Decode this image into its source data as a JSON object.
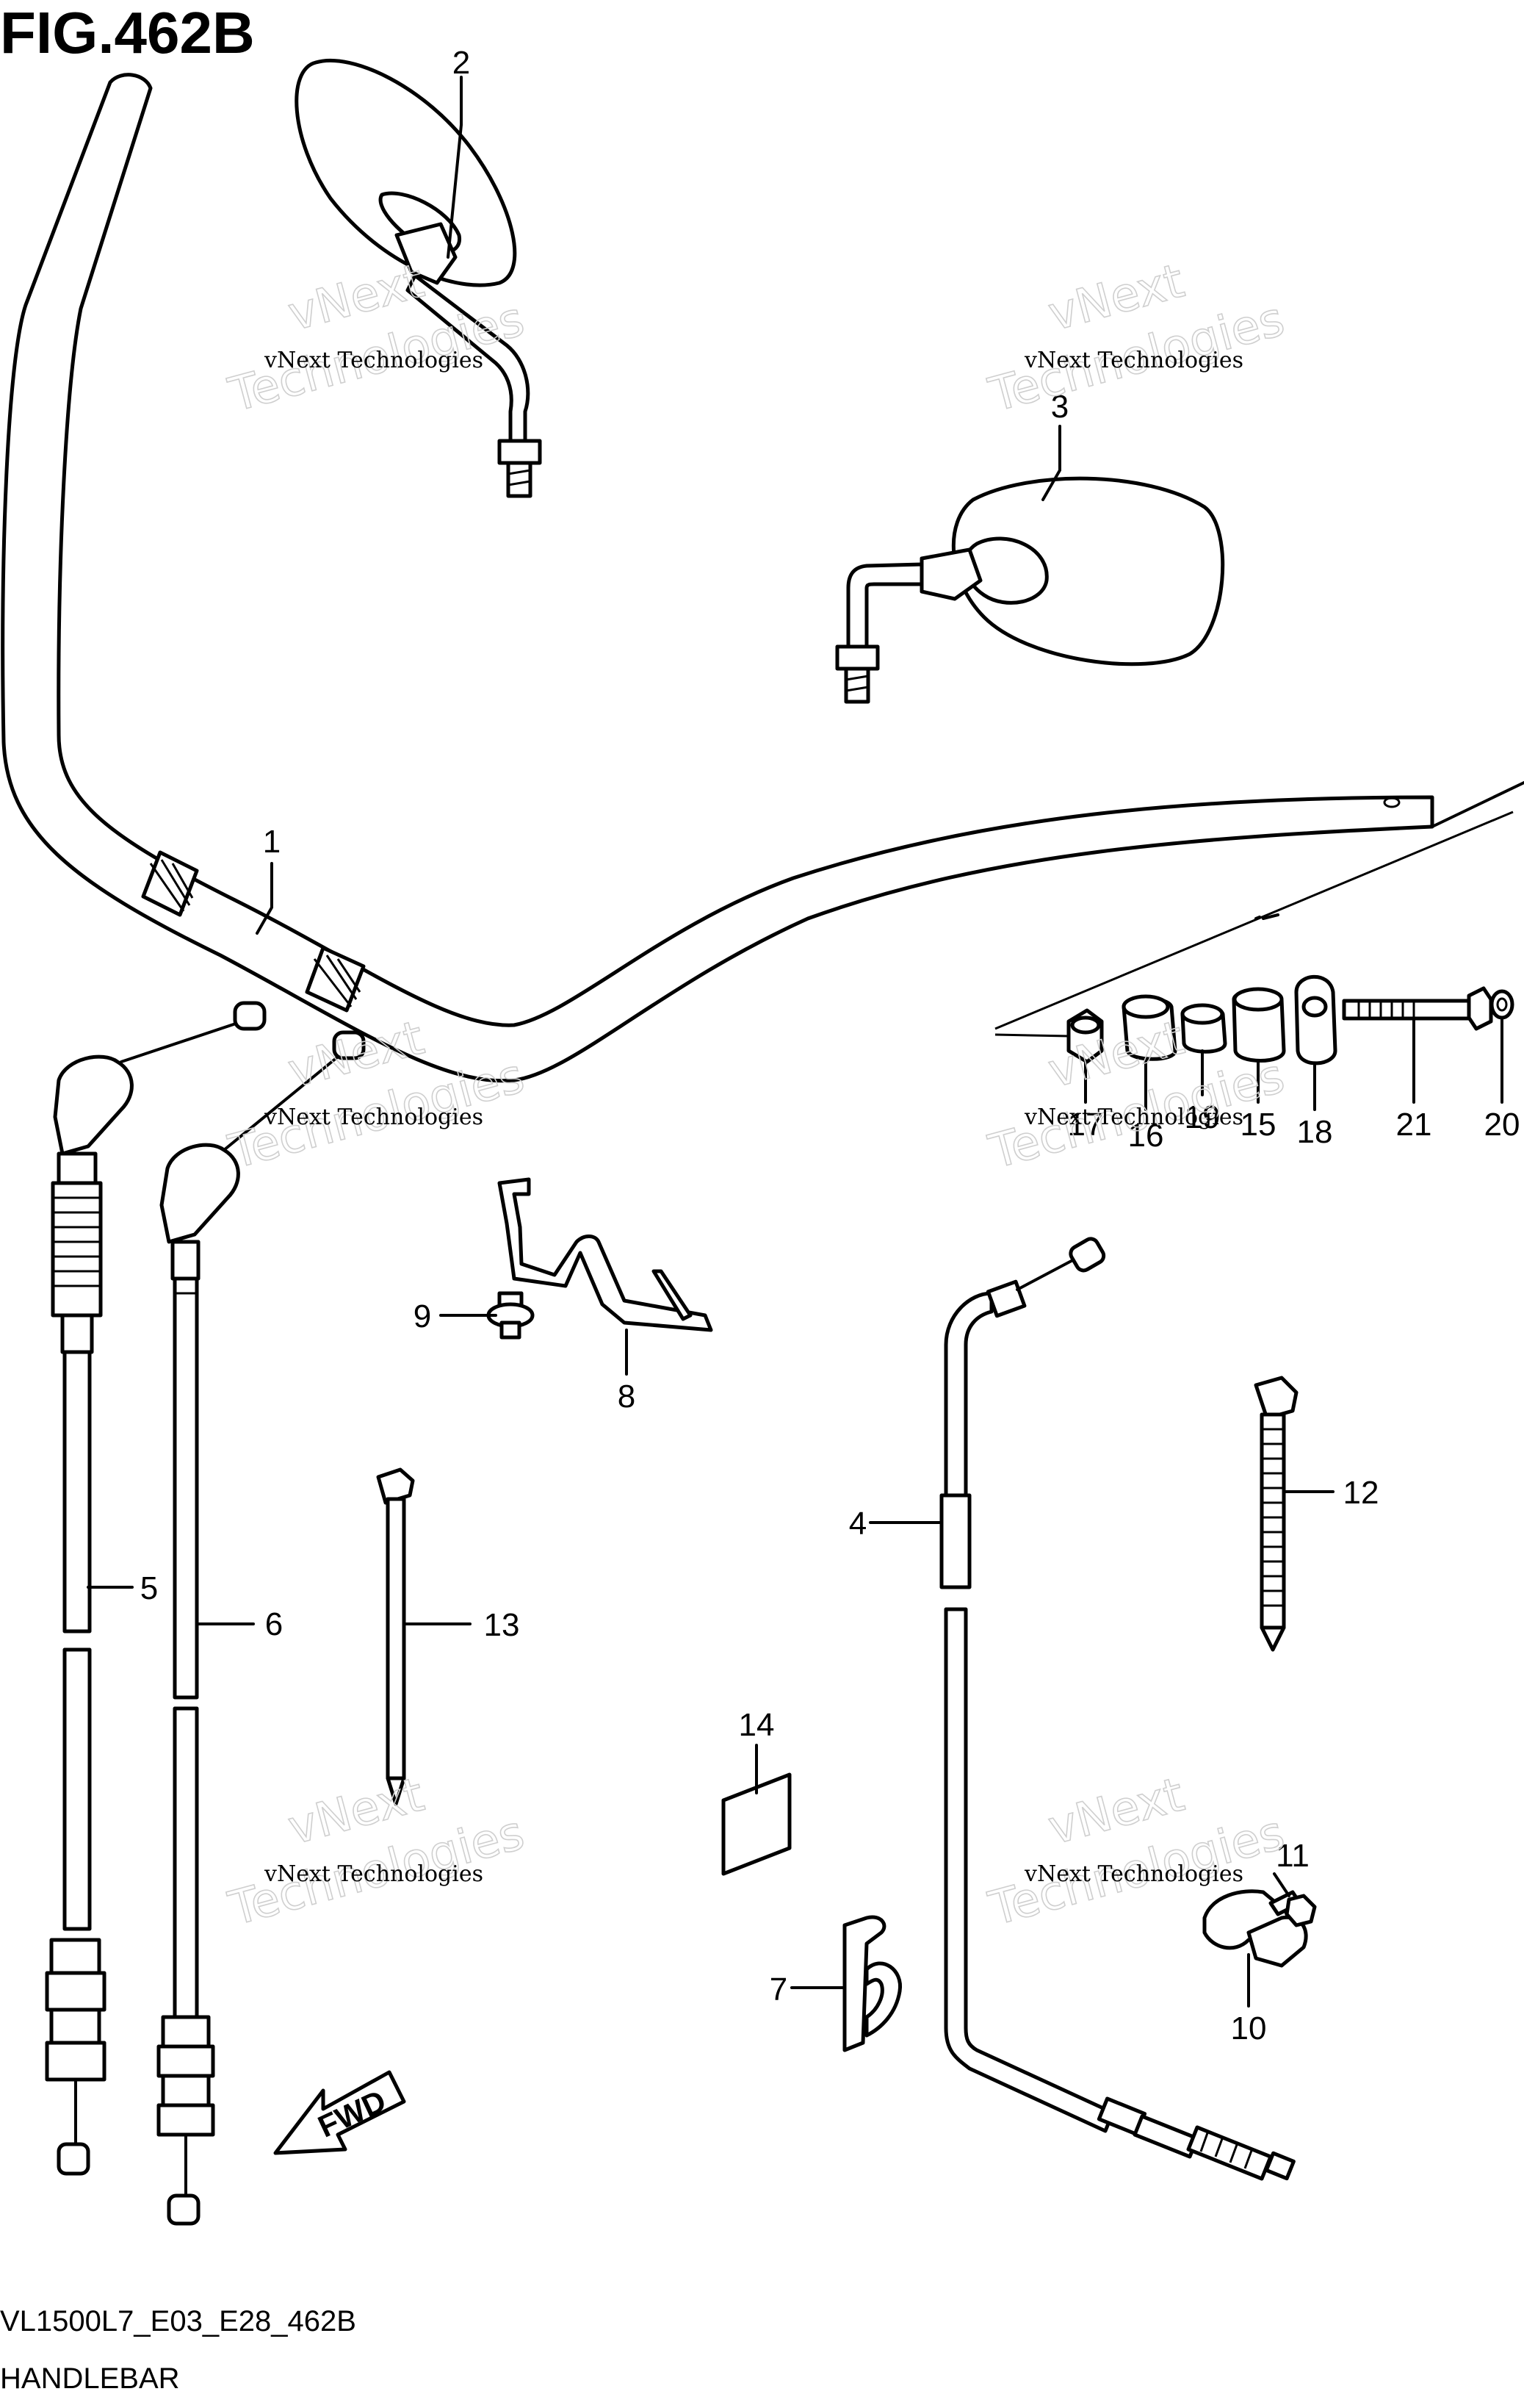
{
  "figure": {
    "title": "FIG.462B",
    "code": "VL1500L7_E03_E28_462B",
    "name": "HANDLEBAR"
  },
  "watermark": {
    "line1": "vNext Technologies",
    "line2": "vNext",
    "line3": "Technologies"
  },
  "callouts": [
    "1",
    "2",
    "3",
    "4",
    "5",
    "6",
    "7",
    "8",
    "9",
    "10",
    "11",
    "12",
    "13",
    "14",
    "15",
    "16",
    "17",
    "18",
    "19",
    "20",
    "21"
  ],
  "fwd_label": "FWD"
}
